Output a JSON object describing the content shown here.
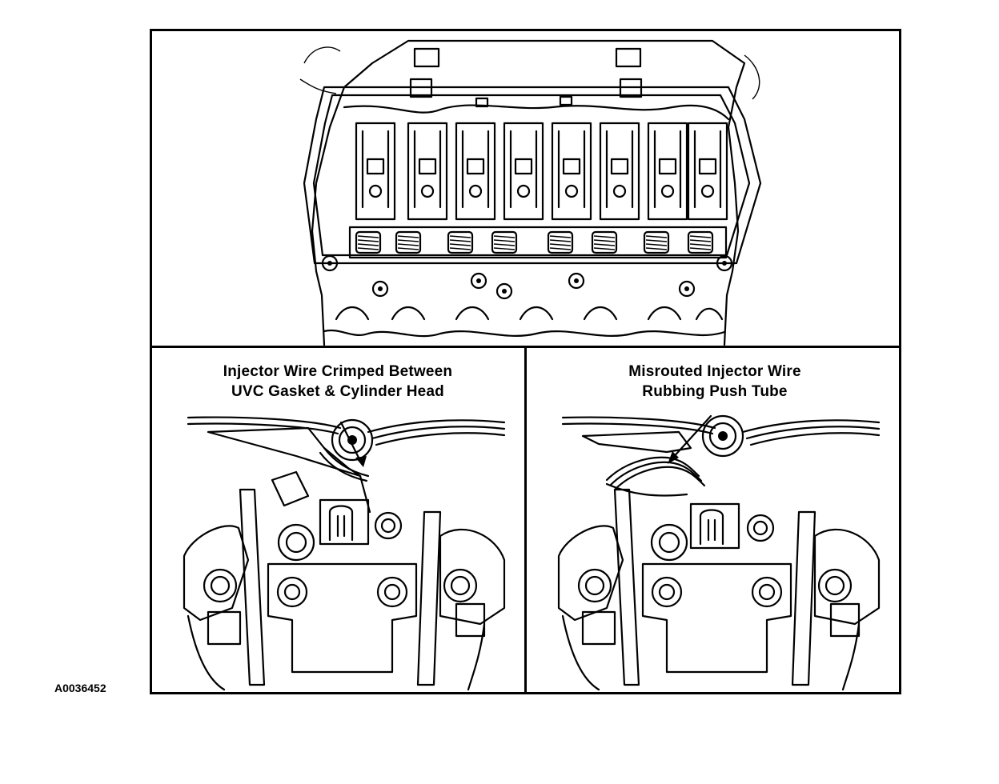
{
  "left_caption": {
    "line1": "Injector Wire Crimped Between",
    "line2": "UVC Gasket & Cylinder Head"
  },
  "right_caption": {
    "line1": "Misrouted Injector Wire",
    "line2": "Rubbing Push Tube"
  },
  "figure_id": "A0036452"
}
